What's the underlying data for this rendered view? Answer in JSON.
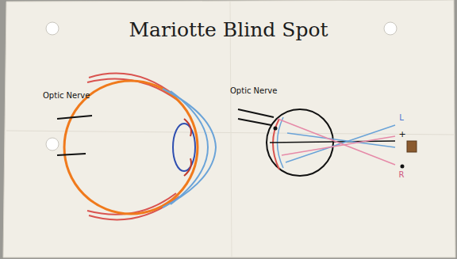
{
  "diagram": {
    "title": "Mariotte Blind Spot",
    "labels": [
      "Optic Nerve",
      "Optic Nerve",
      "L",
      "R",
      "+"
    ]
  }
}
